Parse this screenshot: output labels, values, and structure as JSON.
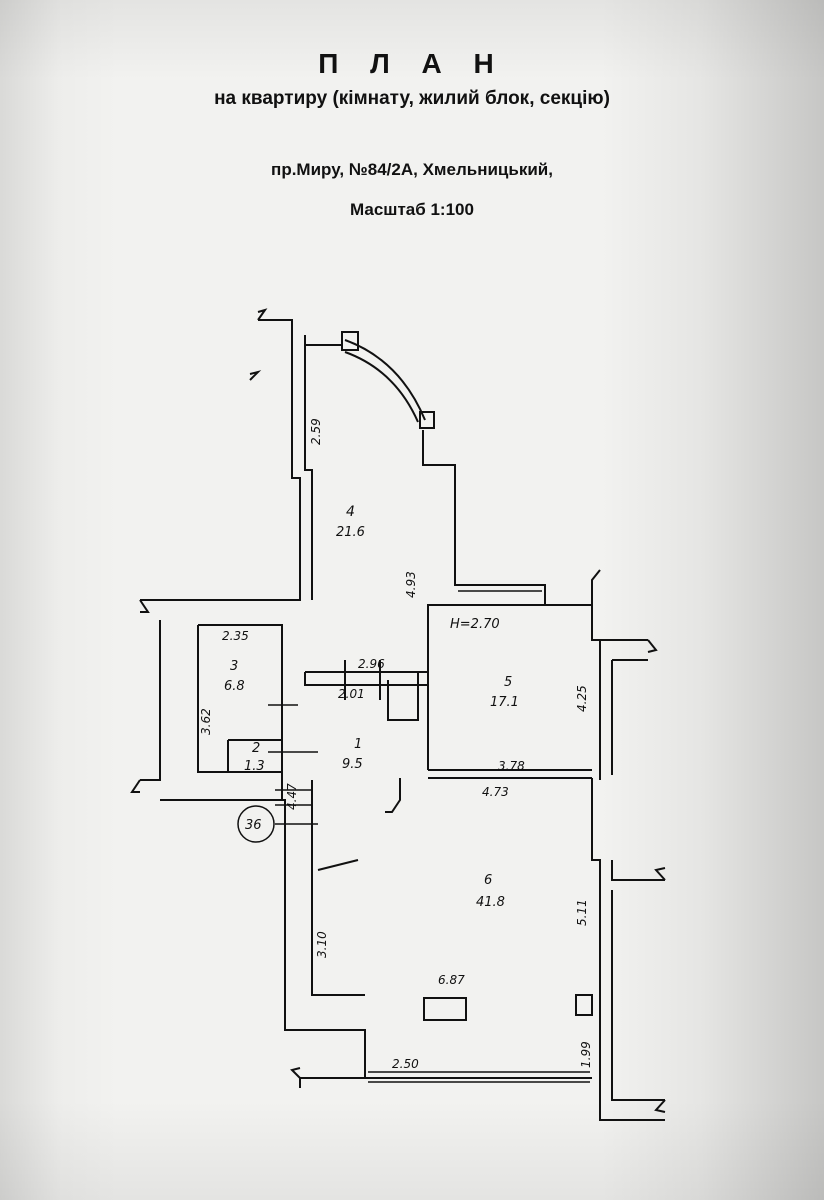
{
  "header": {
    "title": "П Л А Н",
    "subtitle": "на квартиру (кімнату, жилий блок, секцію)",
    "address": "пр.Миру, №84/2А, Хмельницький,",
    "scale": "Масштаб 1:100"
  },
  "plan": {
    "ceiling_height": "H=2.70",
    "stamp_number": "36",
    "rooms": [
      {
        "number": "1",
        "area": "9.5"
      },
      {
        "number": "2",
        "area": "1.3"
      },
      {
        "number": "3",
        "area": "6.8"
      },
      {
        "number": "4",
        "area": "21.6"
      },
      {
        "number": "5",
        "area": "17.1"
      },
      {
        "number": "6",
        "area": "41.8"
      }
    ],
    "dimensions": {
      "d259": "2.59",
      "d493": "4.93",
      "d235": "2.35",
      "d362": "3.62",
      "d296": "2.96",
      "d201": "2.01",
      "d425": "4.25",
      "d378": "3.78",
      "d473": "4.73",
      "d447": "4.47",
      "d310": "3.10",
      "d511": "5.11",
      "d687": "6.87",
      "d199": "1.99",
      "d250": "2.50"
    }
  }
}
